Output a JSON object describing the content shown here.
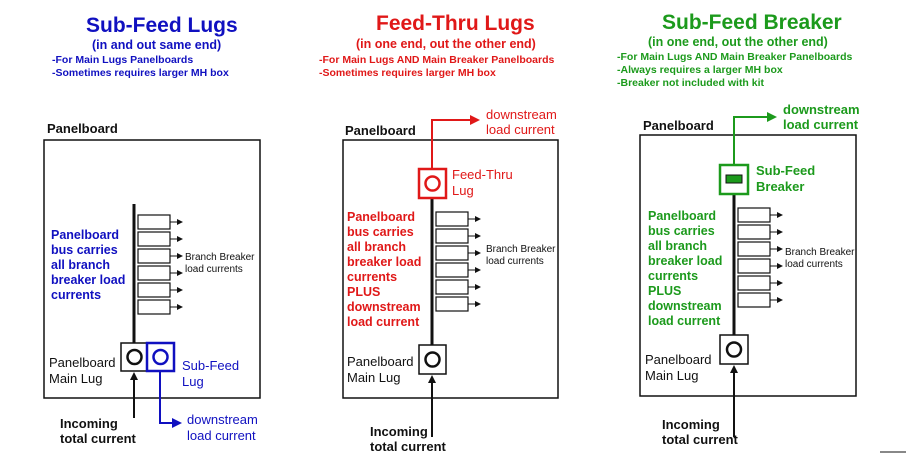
{
  "colors": {
    "blue": "#1010c0",
    "red": "#e01818",
    "green": "#1c9a1c",
    "black": "#111111"
  },
  "panels": [
    {
      "title": "Sub-Feed Lugs",
      "subtitle": "(in and out same end)",
      "notes": [
        "-For Main Lugs Panelboards",
        "-Sometimes requires larger MH box"
      ],
      "panelboard_label": "Panelboard",
      "bus_description": [
        "Panelboard",
        "bus carries",
        "all branch",
        "breaker load",
        "currents"
      ],
      "branch_label": [
        "Branch Breaker",
        "load currents"
      ],
      "main_lug_label": [
        "Panelboard",
        "Main Lug"
      ],
      "feature_label": [
        "Sub-Feed",
        "Lug"
      ],
      "incoming_label": [
        "Incoming",
        "total current"
      ],
      "downstream_label": [
        "downstream",
        "load current"
      ]
    },
    {
      "title": "Feed-Thru Lugs",
      "subtitle": "(in one end, out the other end)",
      "notes": [
        "-For Main Lugs AND Main Breaker Panelboards",
        "-Sometimes requires larger MH box"
      ],
      "panelboard_label": "Panelboard",
      "bus_description": [
        "Panelboard",
        "bus carries",
        "all branch",
        "breaker load",
        "currents",
        "PLUS",
        "downstream",
        "load current"
      ],
      "branch_label": [
        "Branch Breaker",
        "load currents"
      ],
      "main_lug_label": [
        "Panelboard",
        "Main Lug"
      ],
      "feature_label": [
        "Feed-Thru",
        "Lug"
      ],
      "incoming_label": [
        "Incoming",
        "total current"
      ],
      "downstream_label": [
        "downstream",
        "load current"
      ]
    },
    {
      "title": "Sub-Feed Breaker",
      "subtitle": "(in one end, out the other end)",
      "notes": [
        "-For Main Lugs AND Main Breaker Panelboards",
        "-Always requires a larger MH box",
        "-Breaker not included with kit"
      ],
      "panelboard_label": "Panelboard",
      "bus_description": [
        "Panelboard",
        "bus carries",
        "all branch",
        "breaker load",
        "currents",
        "PLUS",
        "downstream",
        "load current"
      ],
      "branch_label": [
        "Branch Breaker",
        "load currents"
      ],
      "main_lug_label": [
        "Panelboard",
        "Main Lug"
      ],
      "feature_label": [
        "Sub-Feed",
        "Breaker"
      ],
      "incoming_label": [
        "Incoming",
        "total current"
      ],
      "downstream_label": [
        "downstream",
        "load current"
      ]
    }
  ]
}
